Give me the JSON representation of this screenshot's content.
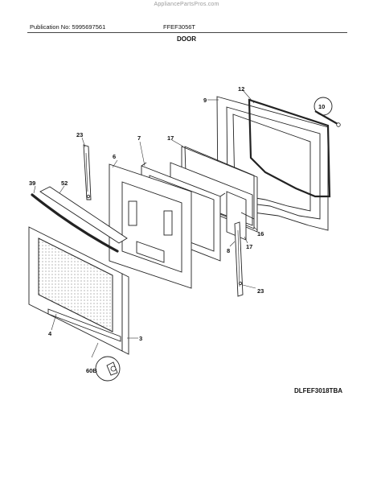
{
  "watermark": "AppliancePartsPros.com",
  "header": {
    "publication": "Publication No: 5995697561",
    "model": "FFEF3056T"
  },
  "section_title": "DOOR",
  "callouts": {
    "c9": "9",
    "c12": "12",
    "c10": "10",
    "c23a": "23",
    "c7": "7",
    "c17a": "17",
    "c6": "6",
    "c39": "39",
    "c52": "52",
    "c16": "16",
    "c8": "8",
    "c17b": "17",
    "c23b": "23",
    "c4": "4",
    "c3": "3",
    "c60b": "60B"
  },
  "diagram_code": "DLFEF3018TBA"
}
